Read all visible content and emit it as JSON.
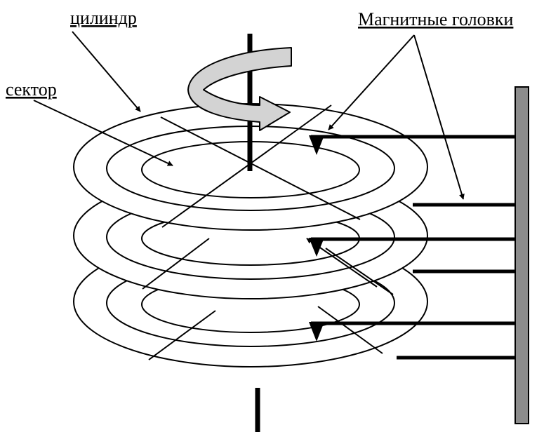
{
  "labels": {
    "cylinder": "цилиндр",
    "sector": "сектор",
    "heads": "Магнитные головки"
  },
  "colors": {
    "ink": "#000000",
    "rotation_arrow_fill": "#d3d3d3",
    "actuator_fill": "#8c8c8c",
    "background": "#ffffff"
  }
}
